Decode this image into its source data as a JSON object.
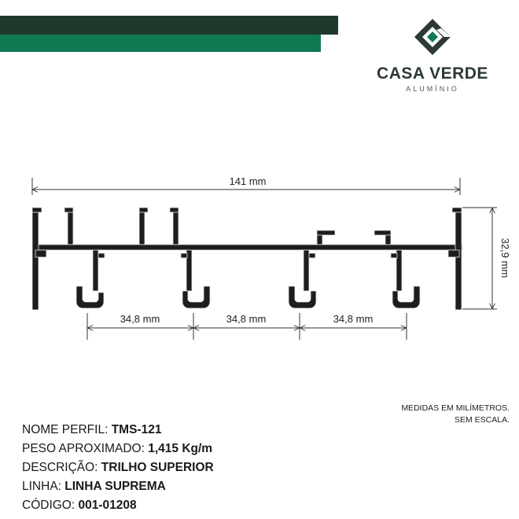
{
  "brand": {
    "name": "CASA VERDE",
    "subtitle": "ALUMÍNIO",
    "colors": {
      "dark": "#1f3a2c",
      "green": "#0f7a52"
    }
  },
  "diagram": {
    "width_label": "141 mm",
    "height_label": "32,9 mm",
    "spacing_labels": [
      "34,8 mm",
      "34,8 mm",
      "34,8 mm"
    ]
  },
  "notes": {
    "line1": "MEDIDAS EM MILÍMETROS.",
    "line2": "SEM ESCALA."
  },
  "specs": [
    {
      "label": "NOME PERFIL:",
      "value": "TMS-121"
    },
    {
      "label": "PESO APROXIMADO:",
      "value": "1,415 Kg/m"
    },
    {
      "label": "DESCRIÇÃO:",
      "value": "TRILHO SUPERIOR"
    },
    {
      "label": "LINHA:",
      "value": "LINHA SUPREMA"
    },
    {
      "label": "CÓDIGO:",
      "value": "001-01208"
    }
  ]
}
